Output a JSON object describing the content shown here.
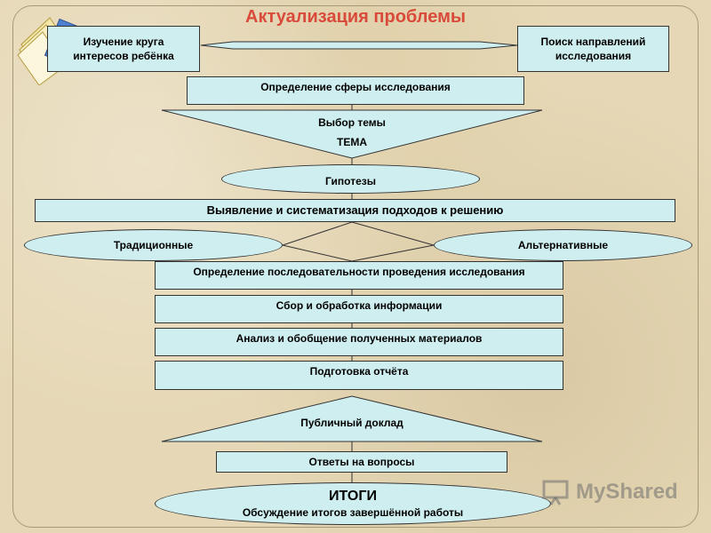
{
  "title": "Актуализация проблемы",
  "nodes": {
    "study": "Изучение круга\nинтересов ребёнка",
    "search": "Поиск направлений\nисследования",
    "sphere": "Определение сферы исследования",
    "topic_choice": "Выбор темы",
    "topic": "ТЕМА",
    "hypotheses": "Гипотезы",
    "approaches": "Выявление и систематизация подходов к решению",
    "traditional": "Традиционные",
    "alternative": "Альтернативные",
    "sequence": "Определение последовательности проведения исследования",
    "collection": "Сбор и обработка информации",
    "analysis": "Анализ и обобщение полученных материалов",
    "report": "Подготовка отчёта",
    "public_report": "Публичный доклад",
    "answers": "Ответы на вопросы",
    "results_title": "ИТОГИ",
    "results_text": "Обсуждение итогов завершённой работы"
  },
  "watermark": "MyShared",
  "colors": {
    "box_fill": "#cfeef0",
    "title": "#d94a3a",
    "background": "#e6d8b6"
  }
}
